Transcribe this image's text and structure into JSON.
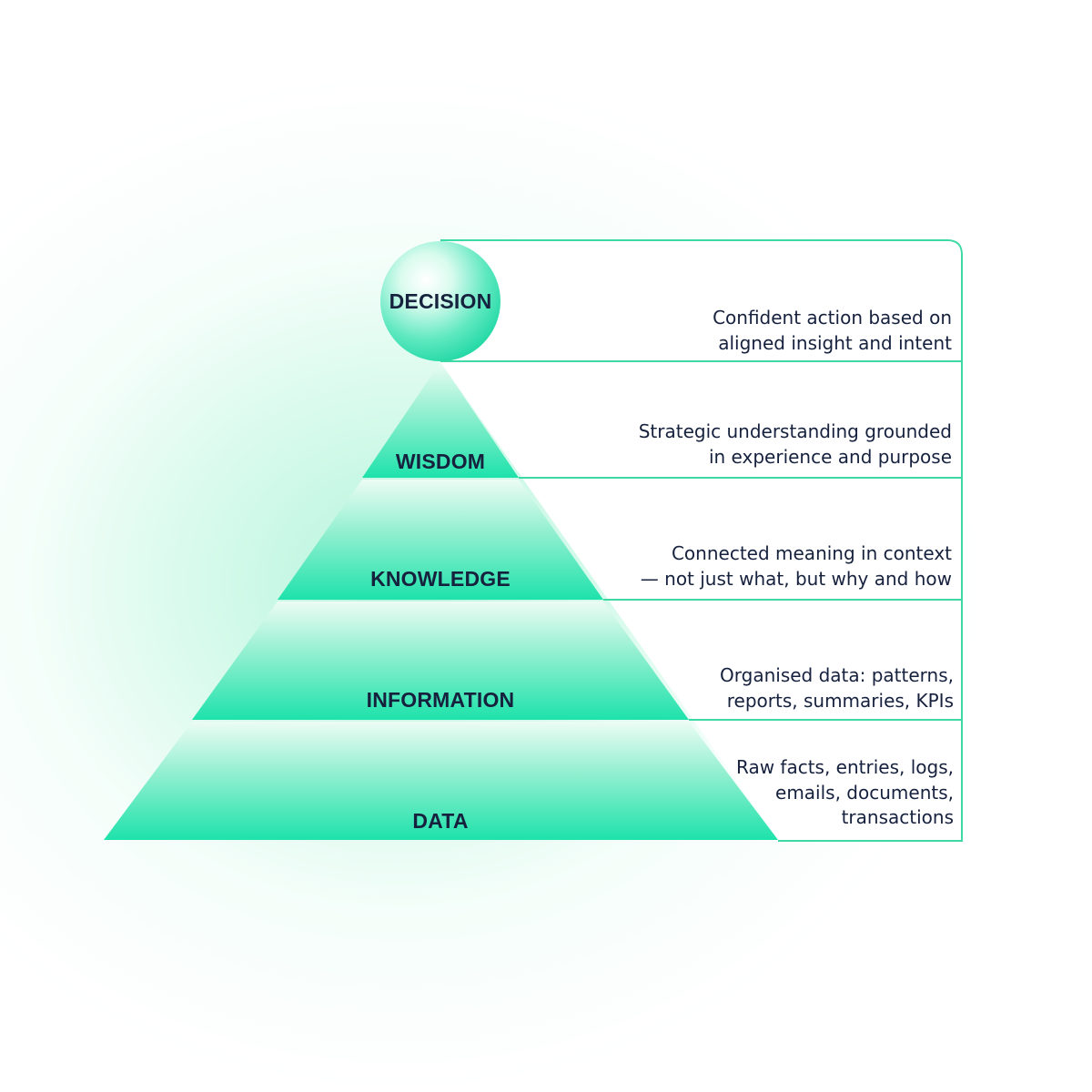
{
  "tiers": [
    {
      "label": "DECISION",
      "description": [
        "Confident action based on",
        "aligned insight and intent"
      ]
    },
    {
      "label": "WISDOM",
      "description": [
        "Strategic understanding grounded",
        "in experience and purpose"
      ]
    },
    {
      "label": "KNOWLEDGE",
      "description": [
        "Connected meaning in context",
        "— not just what, but why and how"
      ]
    },
    {
      "label": "INFORMATION",
      "description": [
        "Organised data: patterns,",
        "reports, summaries, KPIs"
      ]
    },
    {
      "label": "DATA",
      "description": [
        "Raw facts, entries, logs,",
        "emails, documents,",
        "transactions"
      ]
    }
  ],
  "colors": {
    "accent": "#1fe0aa",
    "accent_light": "#e9fbf4",
    "border": "#3fd9a6",
    "text": "#16213e"
  }
}
